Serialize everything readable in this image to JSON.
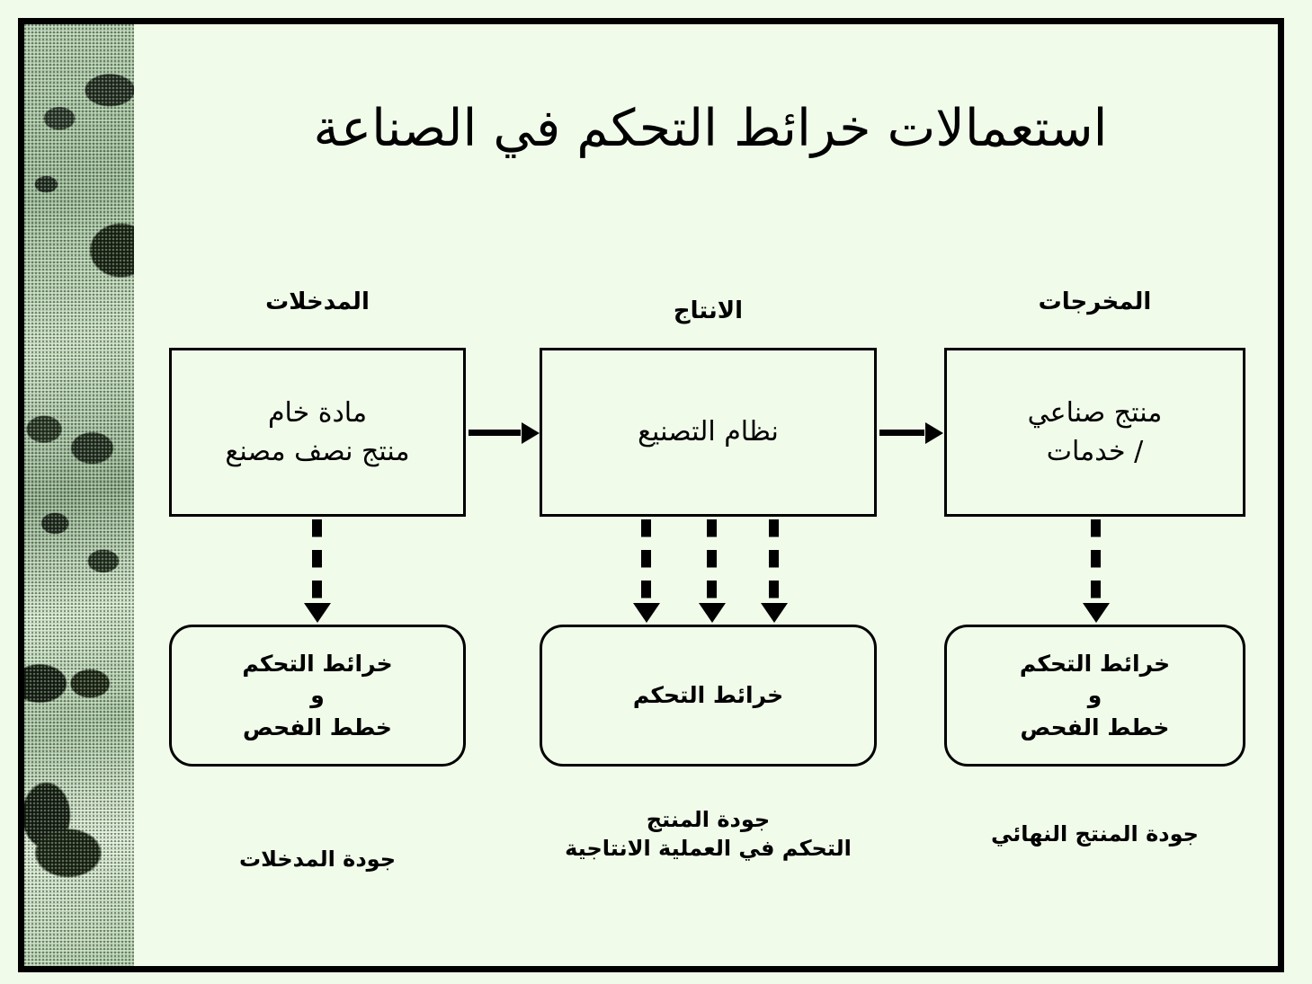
{
  "slide": {
    "title": "استعمالات خرائط التحكم في الصناعة",
    "background_color": "#f1fbea",
    "frame_color": "#000000"
  },
  "columns": {
    "inputs_header": "المدخلات",
    "production_header": "الانتاج",
    "outputs_header": "المخرجات"
  },
  "process_boxes": [
    {
      "id": "inputs",
      "text": "مادة خام\nمنتج نصف مصنع"
    },
    {
      "id": "production",
      "text": "نظام التصنيع"
    },
    {
      "id": "outputs",
      "text": "منتج صناعي\n/ خدمات"
    }
  ],
  "control_boxes": [
    {
      "id": "inputs-control",
      "text": "خرائط التحكم\nو\nخطط الفحص"
    },
    {
      "id": "production-control",
      "text": "خرائط التحكم"
    },
    {
      "id": "outputs-control",
      "text": "خرائط التحكم\nو\nخطط الفحص"
    }
  ],
  "captions": [
    {
      "id": "inputs-caption",
      "text": "جودة المدخلات"
    },
    {
      "id": "production-caption",
      "text": "جودة المنتج\nالتحكم في العملية الانتاجية"
    },
    {
      "id": "outputs-caption",
      "text": "جودة المنتج النهائي"
    }
  ],
  "connectors": {
    "solid_arrow_label": "flow-arrow",
    "dashed_arrow_label": "dashed-control-arrow",
    "dashed_arrow_count_production": 3
  }
}
